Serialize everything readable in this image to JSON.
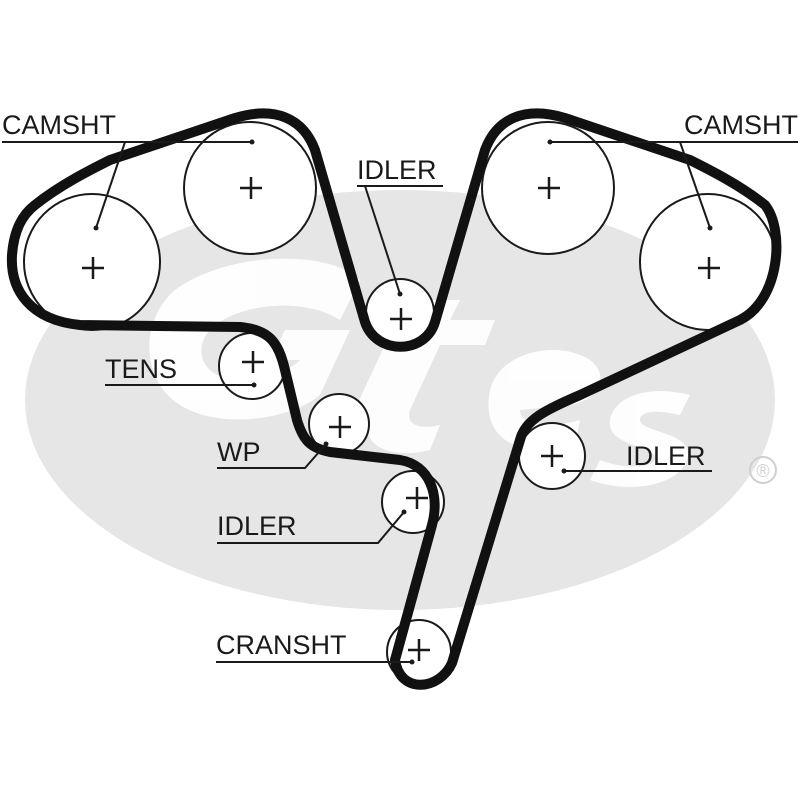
{
  "brand": {
    "logo_text": "Gates",
    "trademark": "®",
    "logo_color": "#e6e6e6"
  },
  "labels": {
    "camshaft_left": "CAMSHT",
    "camshaft_right": "CAMSHT",
    "idler_top": "IDLER",
    "tensioner": "TENS",
    "water_pump": "WP",
    "idler_lower_left": "IDLER",
    "idler_right": "IDLER",
    "crankshaft": "CRANSHT"
  },
  "colors": {
    "line": "#111111",
    "background": "#ffffff"
  }
}
